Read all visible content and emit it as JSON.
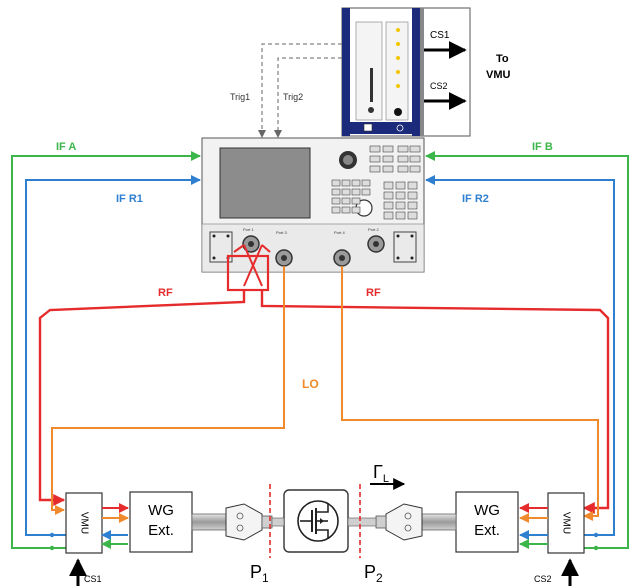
{
  "labels": {
    "cs1_top": "CS1",
    "cs2_top": "CS2",
    "to_line1": "To",
    "to_line2": "VMU",
    "trig1": "Trig1",
    "trig2": "Trig2",
    "if_a": "IF A",
    "if_b": "IF B",
    "if_r1": "IF R1",
    "if_r2": "IF R2",
    "rf_left": "RF",
    "rf_right": "RF",
    "lo": "LO",
    "vmu_left": "VMU",
    "vmu_right": "VMU",
    "wg_left_1": "WG",
    "wg_left_2": "Ext.",
    "wg_right_1": "WG",
    "wg_right_2": "Ext.",
    "gamma": "Γ",
    "gamma_sub": "L",
    "p1": "P",
    "p1_sub": "1",
    "p2": "P",
    "p2_sub": "2",
    "cs1_bottom": "CS1",
    "cs2_bottom": "CS2",
    "port1": "Port 1",
    "port3": "Port 3",
    "port4": "Port 4",
    "port2": "Port 2"
  },
  "colors": {
    "if_green": "#3cb54a",
    "if_blue": "#2f7fd0",
    "rf_red": "#e52b2b",
    "lo_orange": "#f08a2c",
    "rack_blue": "#1b2a7a",
    "p_dashed": "#e52b2b"
  },
  "icons": [
    "transistor-icon",
    "coax-adapter-icon"
  ]
}
